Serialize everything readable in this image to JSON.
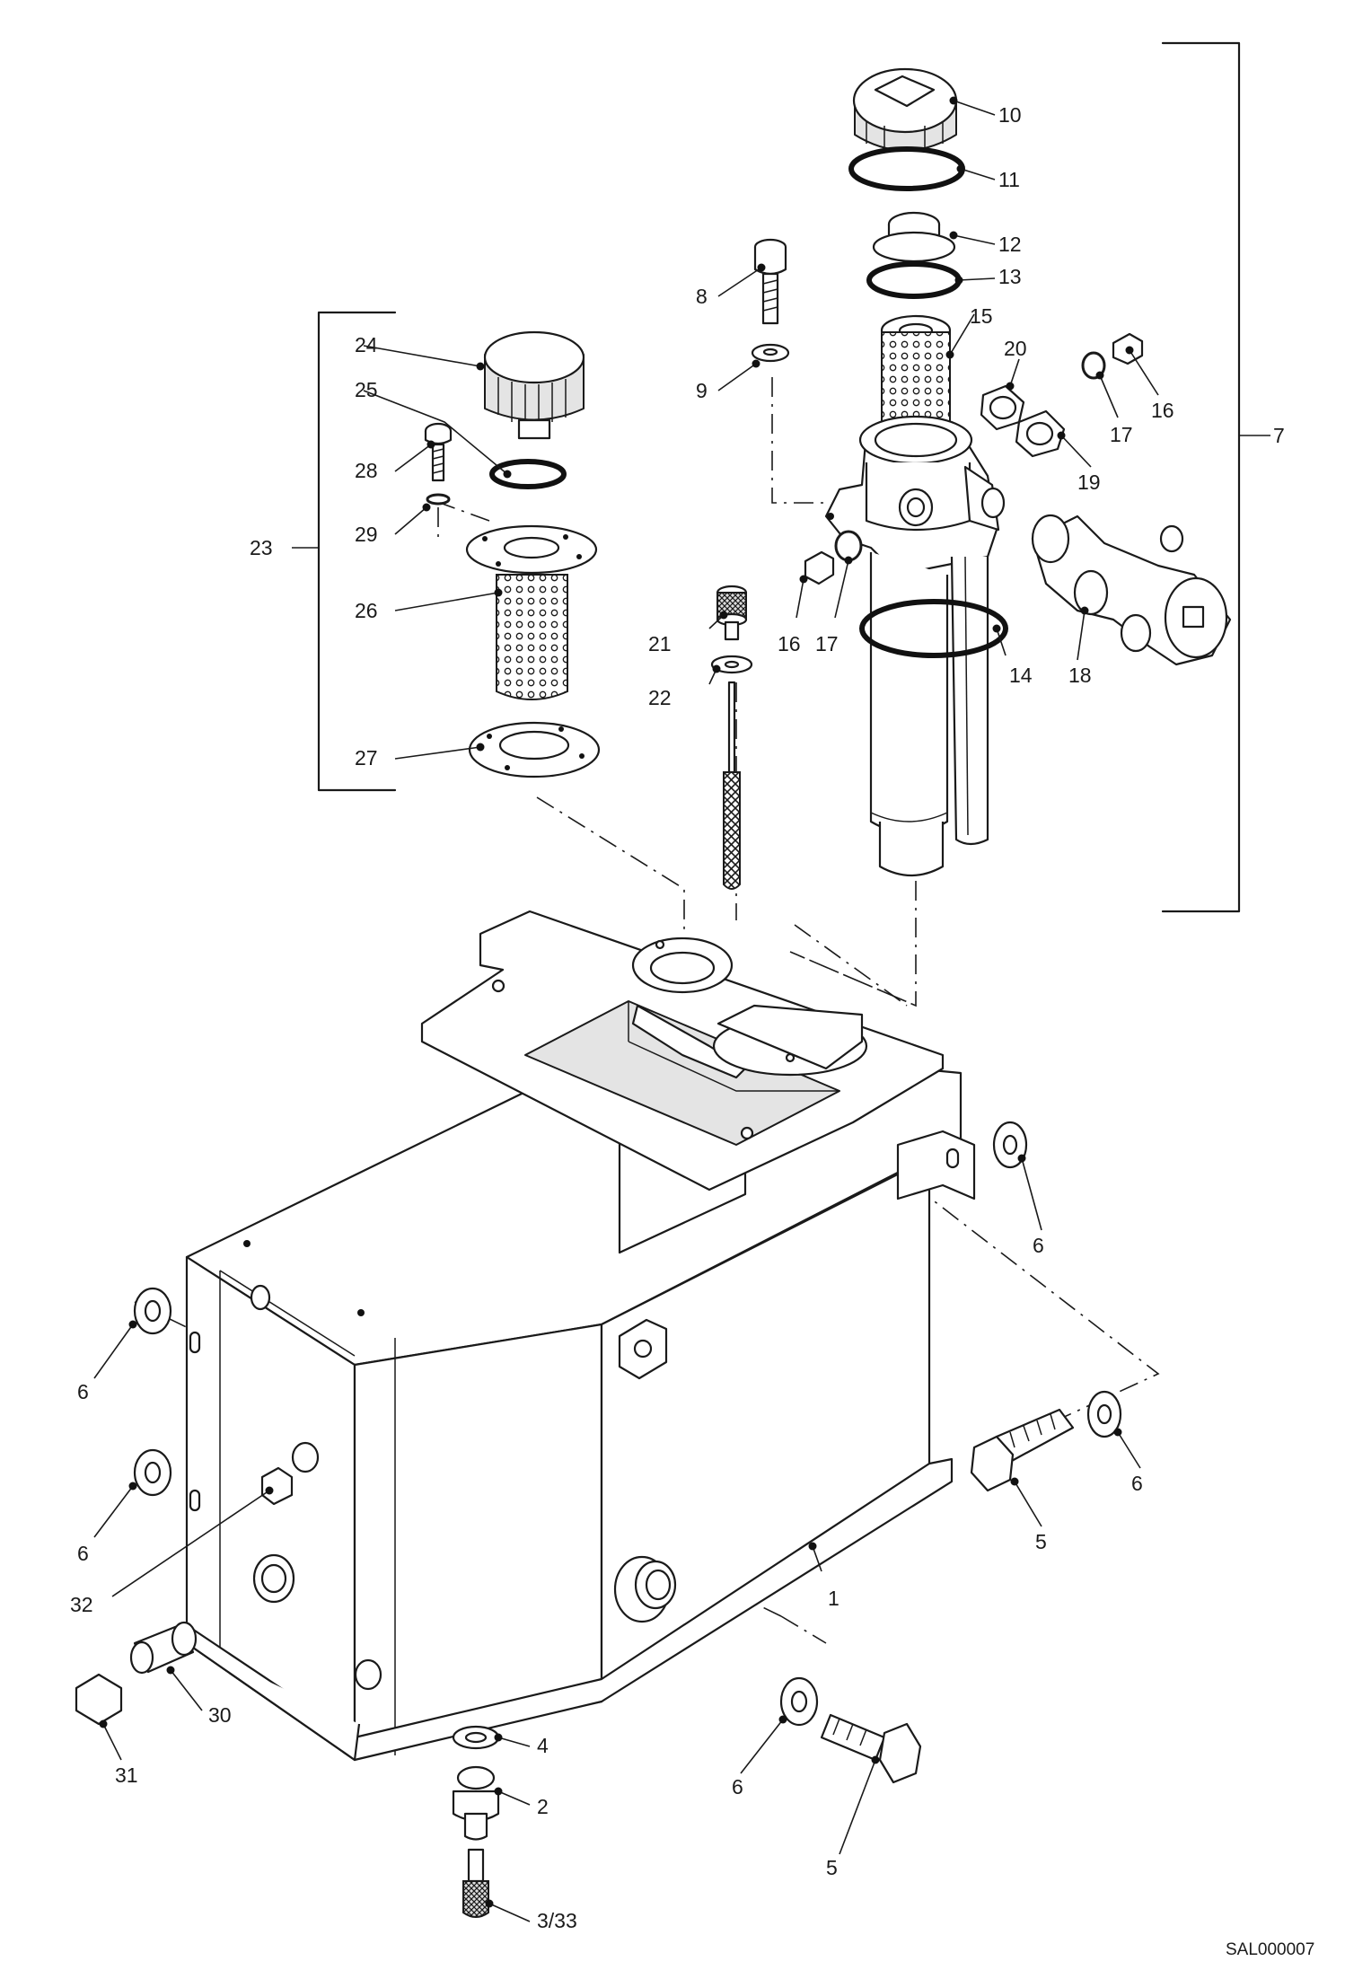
{
  "drawing_ref": "SAL000007",
  "callouts": {
    "p1": "1",
    "p2": "2",
    "p3_33": "3/33",
    "p4": "4",
    "p5a": "5",
    "p5b": "5",
    "p6a": "6",
    "p6b": "6",
    "p6c": "6",
    "p6d": "6",
    "p6e": "6",
    "p7": "7",
    "p8": "8",
    "p9": "9",
    "p10": "10",
    "p11": "11",
    "p12": "12",
    "p13": "13",
    "p14": "14",
    "p15": "15",
    "p16a": "16",
    "p16b": "16",
    "p17a": "17",
    "p17b": "17",
    "p18": "18",
    "p19": "19",
    "p20": "20",
    "p21": "21",
    "p22": "22",
    "p23": "23",
    "p24": "24",
    "p25": "25",
    "p26": "26",
    "p27": "27",
    "p28": "28",
    "p29": "29",
    "p30": "30",
    "p31": "31",
    "p32": "32"
  }
}
